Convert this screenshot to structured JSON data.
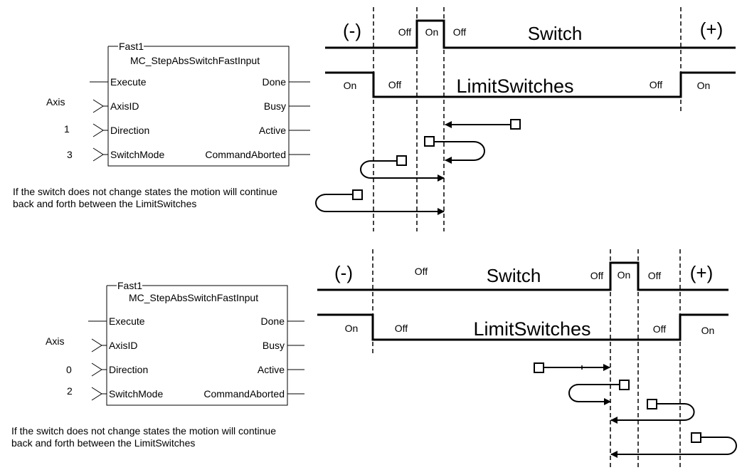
{
  "top": {
    "block": {
      "instance": "Fast1",
      "type": "MC_StepAbsSwitchFastInput",
      "inputs": [
        "Execute",
        "AxisID",
        "Direction",
        "SwitchMode"
      ],
      "outputs": [
        "Done",
        "Busy",
        "Active",
        "CommandAborted"
      ],
      "input_values": [
        "Axis",
        "1",
        "3"
      ]
    },
    "note": [
      "If the switch does not change states the motion will continue",
      "back and forth between the LimitSwitches"
    ],
    "timing": {
      "neg": "(-)",
      "pos": "(+)",
      "switch_title": "Switch",
      "limit_title": "LimitSwitches",
      "switch_states": [
        "Off",
        "On",
        "Off"
      ],
      "limit_states": [
        "On",
        "Off",
        "Off",
        "On"
      ]
    }
  },
  "bottom": {
    "block": {
      "instance": "Fast1",
      "type": "MC_StepAbsSwitchFastInput",
      "inputs": [
        "Execute",
        "AxisID",
        "Direction",
        "SwitchMode"
      ],
      "outputs": [
        "Done",
        "Busy",
        "Active",
        "CommandAborted"
      ],
      "input_values": [
        "Axis",
        "0",
        "2"
      ]
    },
    "note": [
      "If the switch does not change states the motion will continue",
      "back and forth between the LimitSwitches"
    ],
    "timing": {
      "neg": "(-)",
      "pos": "(+)",
      "switch_title": "Switch",
      "limit_title": "LimitSwitches",
      "switch_states": [
        "Off",
        "Off",
        "On",
        "Off"
      ],
      "limit_states": [
        "On",
        "Off",
        "Off",
        "On"
      ]
    }
  }
}
